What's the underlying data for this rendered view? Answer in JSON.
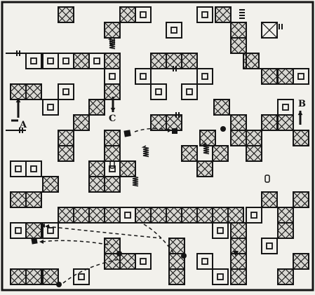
{
  "maze": {
    "labels": {
      "a": "A",
      "b": "B",
      "c": "C"
    },
    "colors": {
      "ink": "#151515",
      "paper": "#f2f1ec",
      "hatch_fill": "#d8d7d2"
    },
    "legend_icons": [
      "crosshatch-block",
      "square-pad",
      "spring",
      "door-bar",
      "arrow",
      "dashed-path"
    ]
  }
}
